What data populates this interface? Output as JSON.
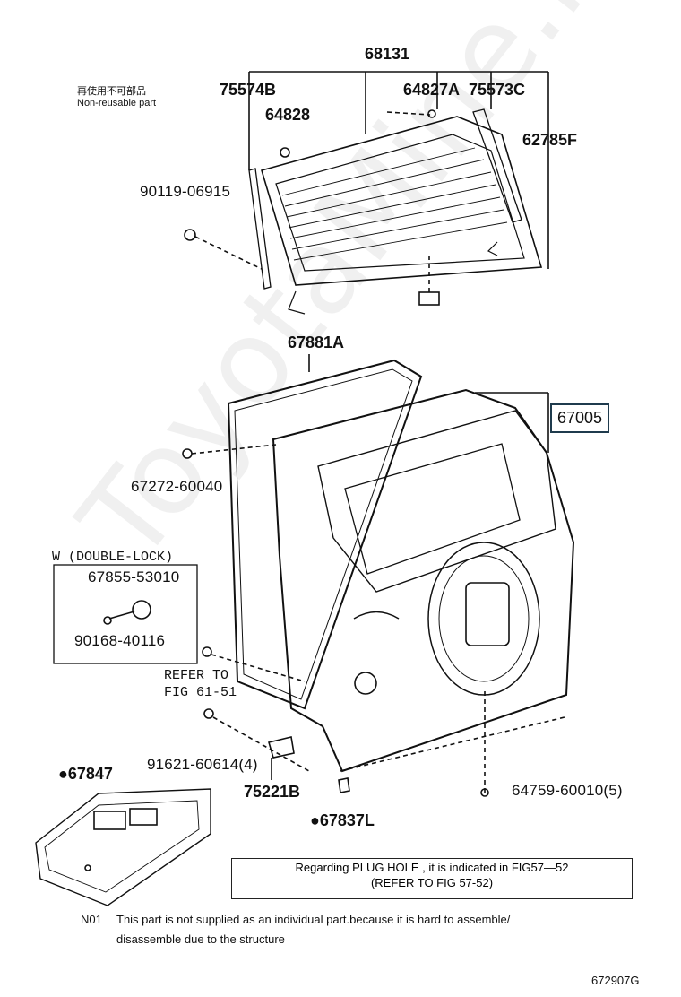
{
  "legend": {
    "jp": "再使用不可部品",
    "en": "Non-reusable part"
  },
  "labels": {
    "p68131": "68131",
    "p75574B": "75574B",
    "p64827A": "64827A",
    "p75573C": "75573C",
    "p64828": "64828",
    "p62785F": "62785F",
    "p90119_06915": "90119-06915",
    "p67881A": "67881A",
    "p67005": "67005",
    "p67272_60040": "67272-60040",
    "w_double_lock": "W (DOUBLE-LOCK)",
    "p67855_53010": "67855-53010",
    "p90168_40116": "90168-40116",
    "refer_to_1": "REFER TO",
    "refer_to_2": "FIG 61-51",
    "p91621_60614": "91621-60614(4)",
    "p67847": "●67847",
    "p75221B": "75221B",
    "p67837L": "●67837L",
    "p64759_60010": "64759-60010(5)"
  },
  "notes": {
    "plug_line1": "Regarding PLUG HOLE , it is indicated in FIG57—52",
    "plug_line2": "(REFER TO FIG 57-52)",
    "n01_code": "N01",
    "n01_line1": "This part is not supplied as an individual part.because it is hard to assemble/",
    "n01_line2": "disassemble due to the structure",
    "figure_id": "672907G"
  },
  "watermark": "ToyotaMine.ru"
}
